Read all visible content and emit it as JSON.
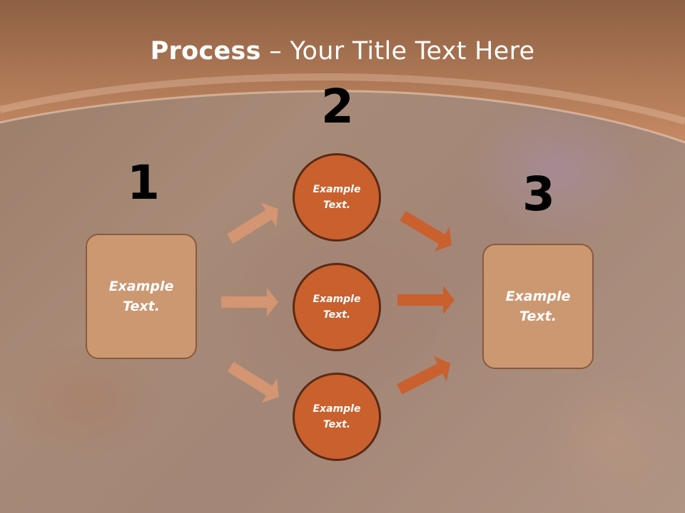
{
  "title": {
    "bold": "Process",
    "rest": " – Your Title Text Here"
  },
  "steps": [
    {
      "number": "1",
      "label": "Example\nText."
    },
    {
      "number": "2",
      "labels": [
        "Example\nText.",
        "Example\nText.",
        "Example\nText."
      ]
    },
    {
      "number": "3",
      "label": "Example\nText."
    }
  ],
  "colors": {
    "header_band": "#c08461",
    "box_fill": "#cb9872",
    "circle_fill": "#c9602e",
    "circle_border": "#5a2a14",
    "arrow_light": "#d49573",
    "arrow_dark": "#c9602e"
  }
}
